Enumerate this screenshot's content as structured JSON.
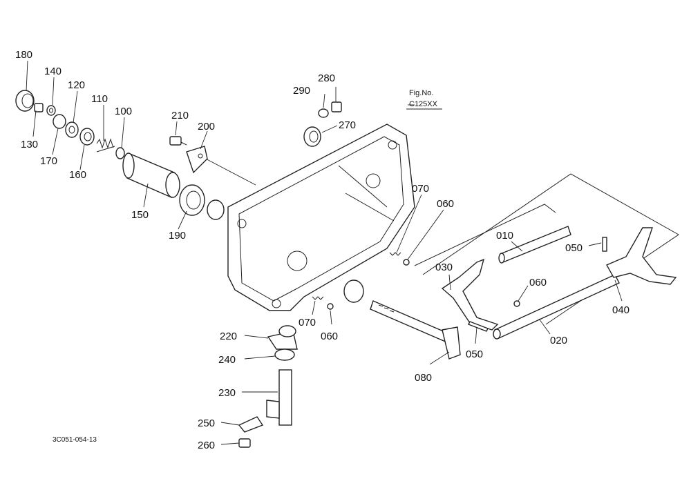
{
  "figure": {
    "caption_line1": "Fig.No.",
    "caption_line2": "C125XX",
    "drawing_number": "3C051-054-13"
  },
  "labels": {
    "p180": "180",
    "p140": "140",
    "p120": "120",
    "p110": "110",
    "p100": "100",
    "p130": "130",
    "p170": "170",
    "p160": "160",
    "p150": "150",
    "p190": "190",
    "p210": "210",
    "p200": "200",
    "p290": "290",
    "p280": "280",
    "p270": "270",
    "p070a": "070",
    "p060a": "060",
    "p010": "010",
    "p050a": "050",
    "p030": "030",
    "p060b": "060",
    "p040": "040",
    "p070b": "070",
    "p060c": "060",
    "p220": "220",
    "p240": "240",
    "p230": "230",
    "p250": "250",
    "p260": "260",
    "p080": "080",
    "p050b": "050",
    "p020": "020"
  }
}
